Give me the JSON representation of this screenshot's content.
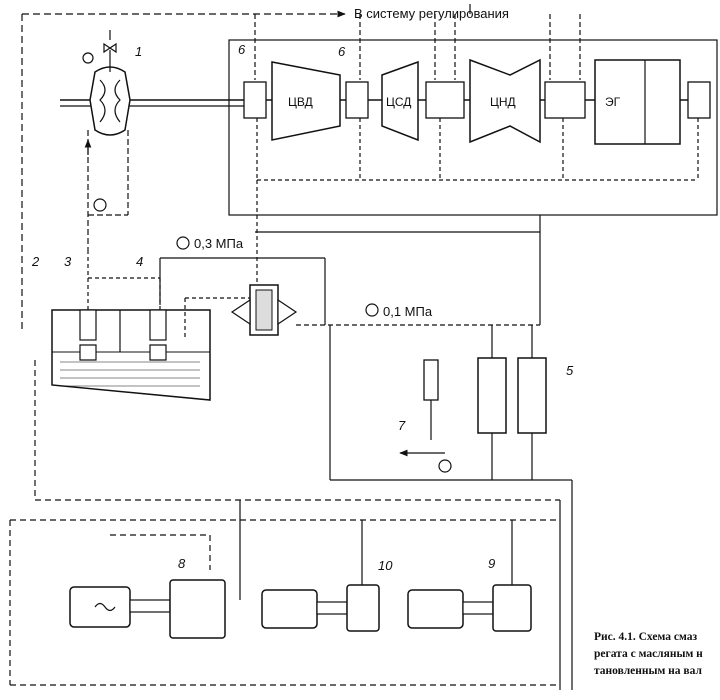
{
  "top_label": "В систему регулирования",
  "units": {
    "cvd": "ЦВД",
    "csd": "ЦСД",
    "cnd": "ЦНД",
    "eg": "ЭГ"
  },
  "pressure_labels": {
    "p1": "0,3 МПа",
    "p2": "0,1 МПа"
  },
  "callouts": [
    "1",
    "2",
    "3",
    "4",
    "5",
    "6",
    "6",
    "7",
    "8",
    "9",
    "10"
  ],
  "caption_lines": [
    "Рис. 4.1. Схема смаз",
    "регата с масляным н",
    "тановленным на вал"
  ]
}
